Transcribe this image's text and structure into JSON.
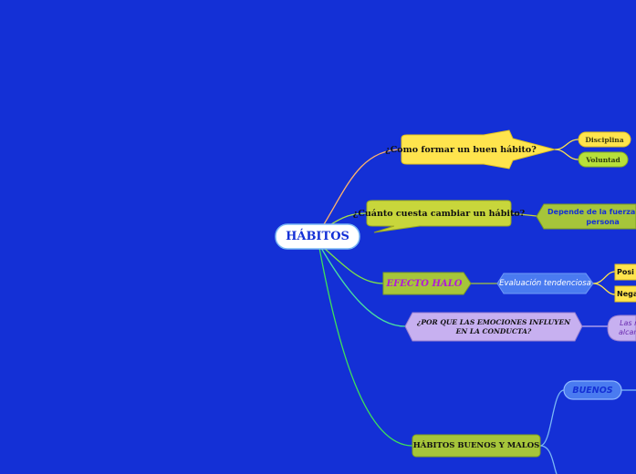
{
  "root": {
    "label": "HÁBITOS"
  },
  "branches": [
    {
      "label": "¿Como formar un buen hábito?",
      "children": [
        "Disciplina",
        "Voluntad"
      ]
    },
    {
      "label": "¿Cuánto cuesta cambiar un hábito?",
      "child": "Depende de la fuerza de la\npersona"
    },
    {
      "label": "EFECTO HALO",
      "child": "Evaluación tendenciosa",
      "grandchildren": [
        "Posi",
        "Nega"
      ]
    },
    {
      "label": "¿POR QUE LAS EMOCIONES INFLUYEN\nEN LA CONDUCTA?",
      "child": "Las r\nalcan"
    },
    {
      "label": "HÁBITOS BUENOS Y MALOS",
      "child": "BUENOS"
    }
  ],
  "colors": {
    "background": "#1430d6",
    "root_fill": "#ffffff",
    "root_text": "#1430d6",
    "yellow": "#ffe44d",
    "olive": "#c8d63b",
    "lime": "#a6c53a",
    "blue_node": "#4a7bf0",
    "lavender": "#c7b0f0",
    "green_node": "#b7e03a",
    "purple_text": "#b01ad8"
  }
}
